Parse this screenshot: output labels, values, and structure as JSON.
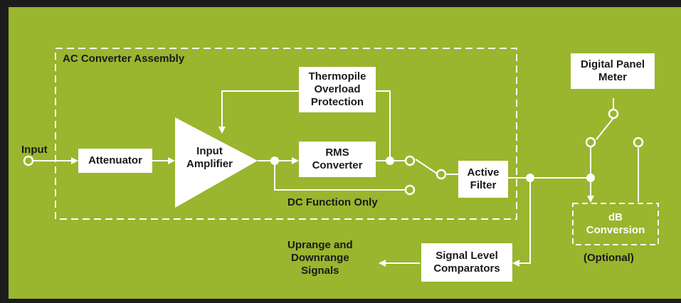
{
  "colors": {
    "background": "#9ab52e",
    "frame": "#1c1c1c",
    "line": "#ffffff",
    "text": "#1a1a1a"
  },
  "diagram": {
    "assembly_label": "AC Converter Assembly",
    "input_label": "Input",
    "blocks": {
      "attenuator": "Attenuator",
      "input_amplifier": "Input\nAmplifier",
      "rms_converter": "RMS\nConverter",
      "thermopile": "Thermopile\nOverload\nProtection",
      "active_filter": "Active\nFilter",
      "signal_level": "Signal Level\nComparators",
      "digital_panel": "Digital Panel\nMeter",
      "db_conversion": "dB\nConversion"
    },
    "labels": {
      "dc_function": "DC Function Only",
      "uprange": "Uprange and\nDownrange\nSignals",
      "optional": "(Optional)"
    }
  }
}
